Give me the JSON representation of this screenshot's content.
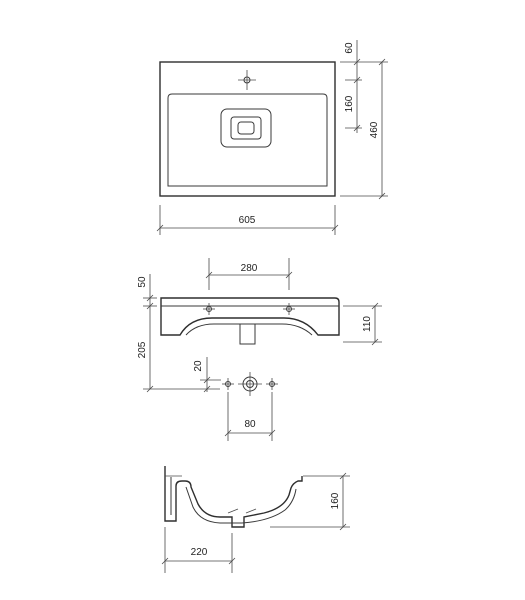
{
  "top_view": {
    "width_label": "605",
    "depth_label": "460",
    "tap_offset_label": "60",
    "drain_offset_label": "160"
  },
  "front_view": {
    "tap_spacing_label": "280",
    "rim_height_label": "50",
    "overall_height_label": "205",
    "side_height_label": "110",
    "hole_offset_label": "20",
    "hole_spacing_label": "80"
  },
  "section_view": {
    "height_label": "160",
    "depth_label": "220"
  }
}
